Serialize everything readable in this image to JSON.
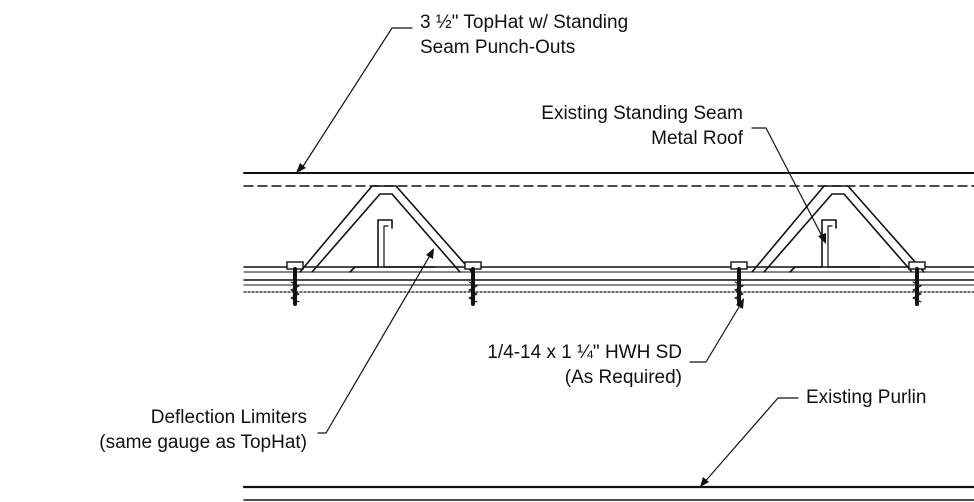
{
  "diagram": {
    "labels": {
      "tophat_line1": "3 ½\" TopHat w/ Standing",
      "tophat_line2": "Seam Punch-Outs",
      "roof_line1": "Existing Standing Seam",
      "roof_line2": "Metal Roof",
      "fastener_line1": "1/4-14 x 1 ¼\" HWH SD",
      "fastener_line2": "(As Required)",
      "limiters_line1": "Deflection Limiters",
      "limiters_line2": "(same gauge as TopHat)",
      "purlin": "Existing Purlin"
    },
    "colors": {
      "ink": "#111111",
      "background": "#ffffff"
    }
  }
}
